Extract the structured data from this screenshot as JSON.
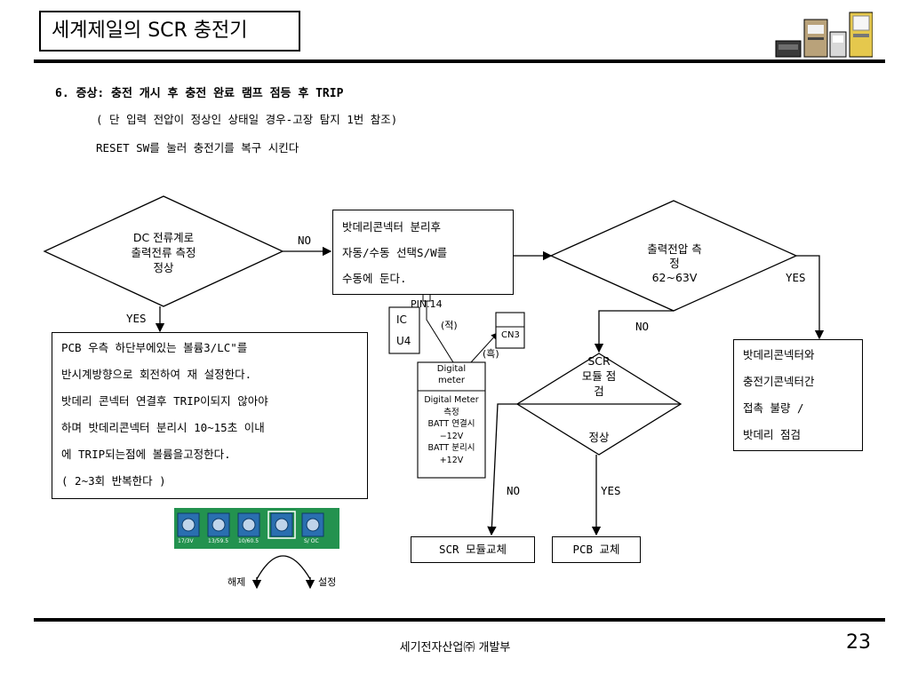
{
  "header": {
    "title": "세계제일의 SCR 충전기"
  },
  "step": {
    "title": "6. 증상: 충전 개시 후 충전 완료 램프 점등 후 TRIP",
    "note": "( 단 입력 전압이 정상인 상태일 경우-고장 탐지 1번 참조)",
    "instruction": "RESET SW를 눌러 충전기를 복구 시킨다"
  },
  "flow": {
    "dc_check": [
      "DC 전류계로",
      "출력전류 측정",
      "정상"
    ],
    "no_1": "NO",
    "disconnect": [
      "밧데리콘넥터 분리후",
      "자동/수동 선택S/W를",
      "수동에 둔다."
    ],
    "output_voltage": [
      "출력전압 측",
      "정",
      "62~63V"
    ],
    "yes_right": "YES",
    "check_connector": [
      "밧데리콘넥터와",
      "충전기콘넥터간",
      "접촉 불량 /",
      "밧데리 점검"
    ],
    "yes_left": "YES",
    "pcb_adjust": [
      "PCB 우측 하단부에있는 볼륨3/LC\"를",
      "반시계방향으로 회전하여 재 설정한다.",
      "밧데리 콘넥터 연결후 TRIP이되지 않아야",
      "하며 밧데리콘넥터 분리시 10~15초 이내",
      "에 TRIP되는점에 볼륨을고정한다.",
      "( 2~3회 반복한다 )"
    ],
    "no_mid": "NO",
    "scr_module": [
      "SCR",
      "모듈 점",
      "검"
    ],
    "normal": "정상",
    "no_bottom": "NO",
    "yes_bottom": "YES",
    "replace_scr": "SCR 모듈교체",
    "replace_pcb": "PCB 교체"
  },
  "wiring": {
    "pin": "PIN.14",
    "ic_label": "IC",
    "u4_label": "U4",
    "red": "(적)",
    "black": "(흑)",
    "cn3": "CN3",
    "meter_title": [
      "Digital",
      "meter"
    ],
    "meter_desc": [
      "Digital Meter",
      "측정",
      "BATT 연결시",
      "−12V",
      "BATT 분리시",
      "+12V"
    ]
  },
  "board": {
    "labels": [
      "17/3V",
      "13/59.5",
      "10/60.5",
      "",
      "S/ OC"
    ],
    "release": "해제",
    "set": "설정"
  },
  "footer": {
    "company": "세기전자산업㈜ 개발부",
    "page": "23"
  }
}
